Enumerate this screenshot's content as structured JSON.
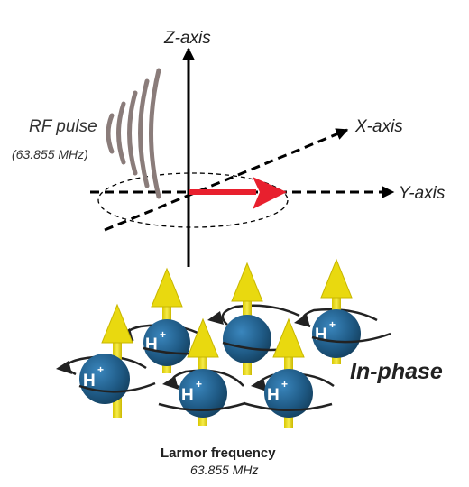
{
  "axes": {
    "z_label": "Z-axis",
    "x_label": "X-axis",
    "y_label": "Y-axis"
  },
  "rf_pulse": {
    "label": "RF pulse",
    "frequency": "(63.855 MHz)"
  },
  "protons": {
    "symbol": "H",
    "charge": "+"
  },
  "phase_label": "In-phase",
  "larmor": {
    "title": "Larmor frequency",
    "value": "63.855 MHz"
  },
  "colors": {
    "proton_fill": "#1f5a85",
    "arrow_yellow": "#e9d90f",
    "vector_red": "#e8202e",
    "rf_waves": "#8a7c7a",
    "axis": "#000000"
  }
}
